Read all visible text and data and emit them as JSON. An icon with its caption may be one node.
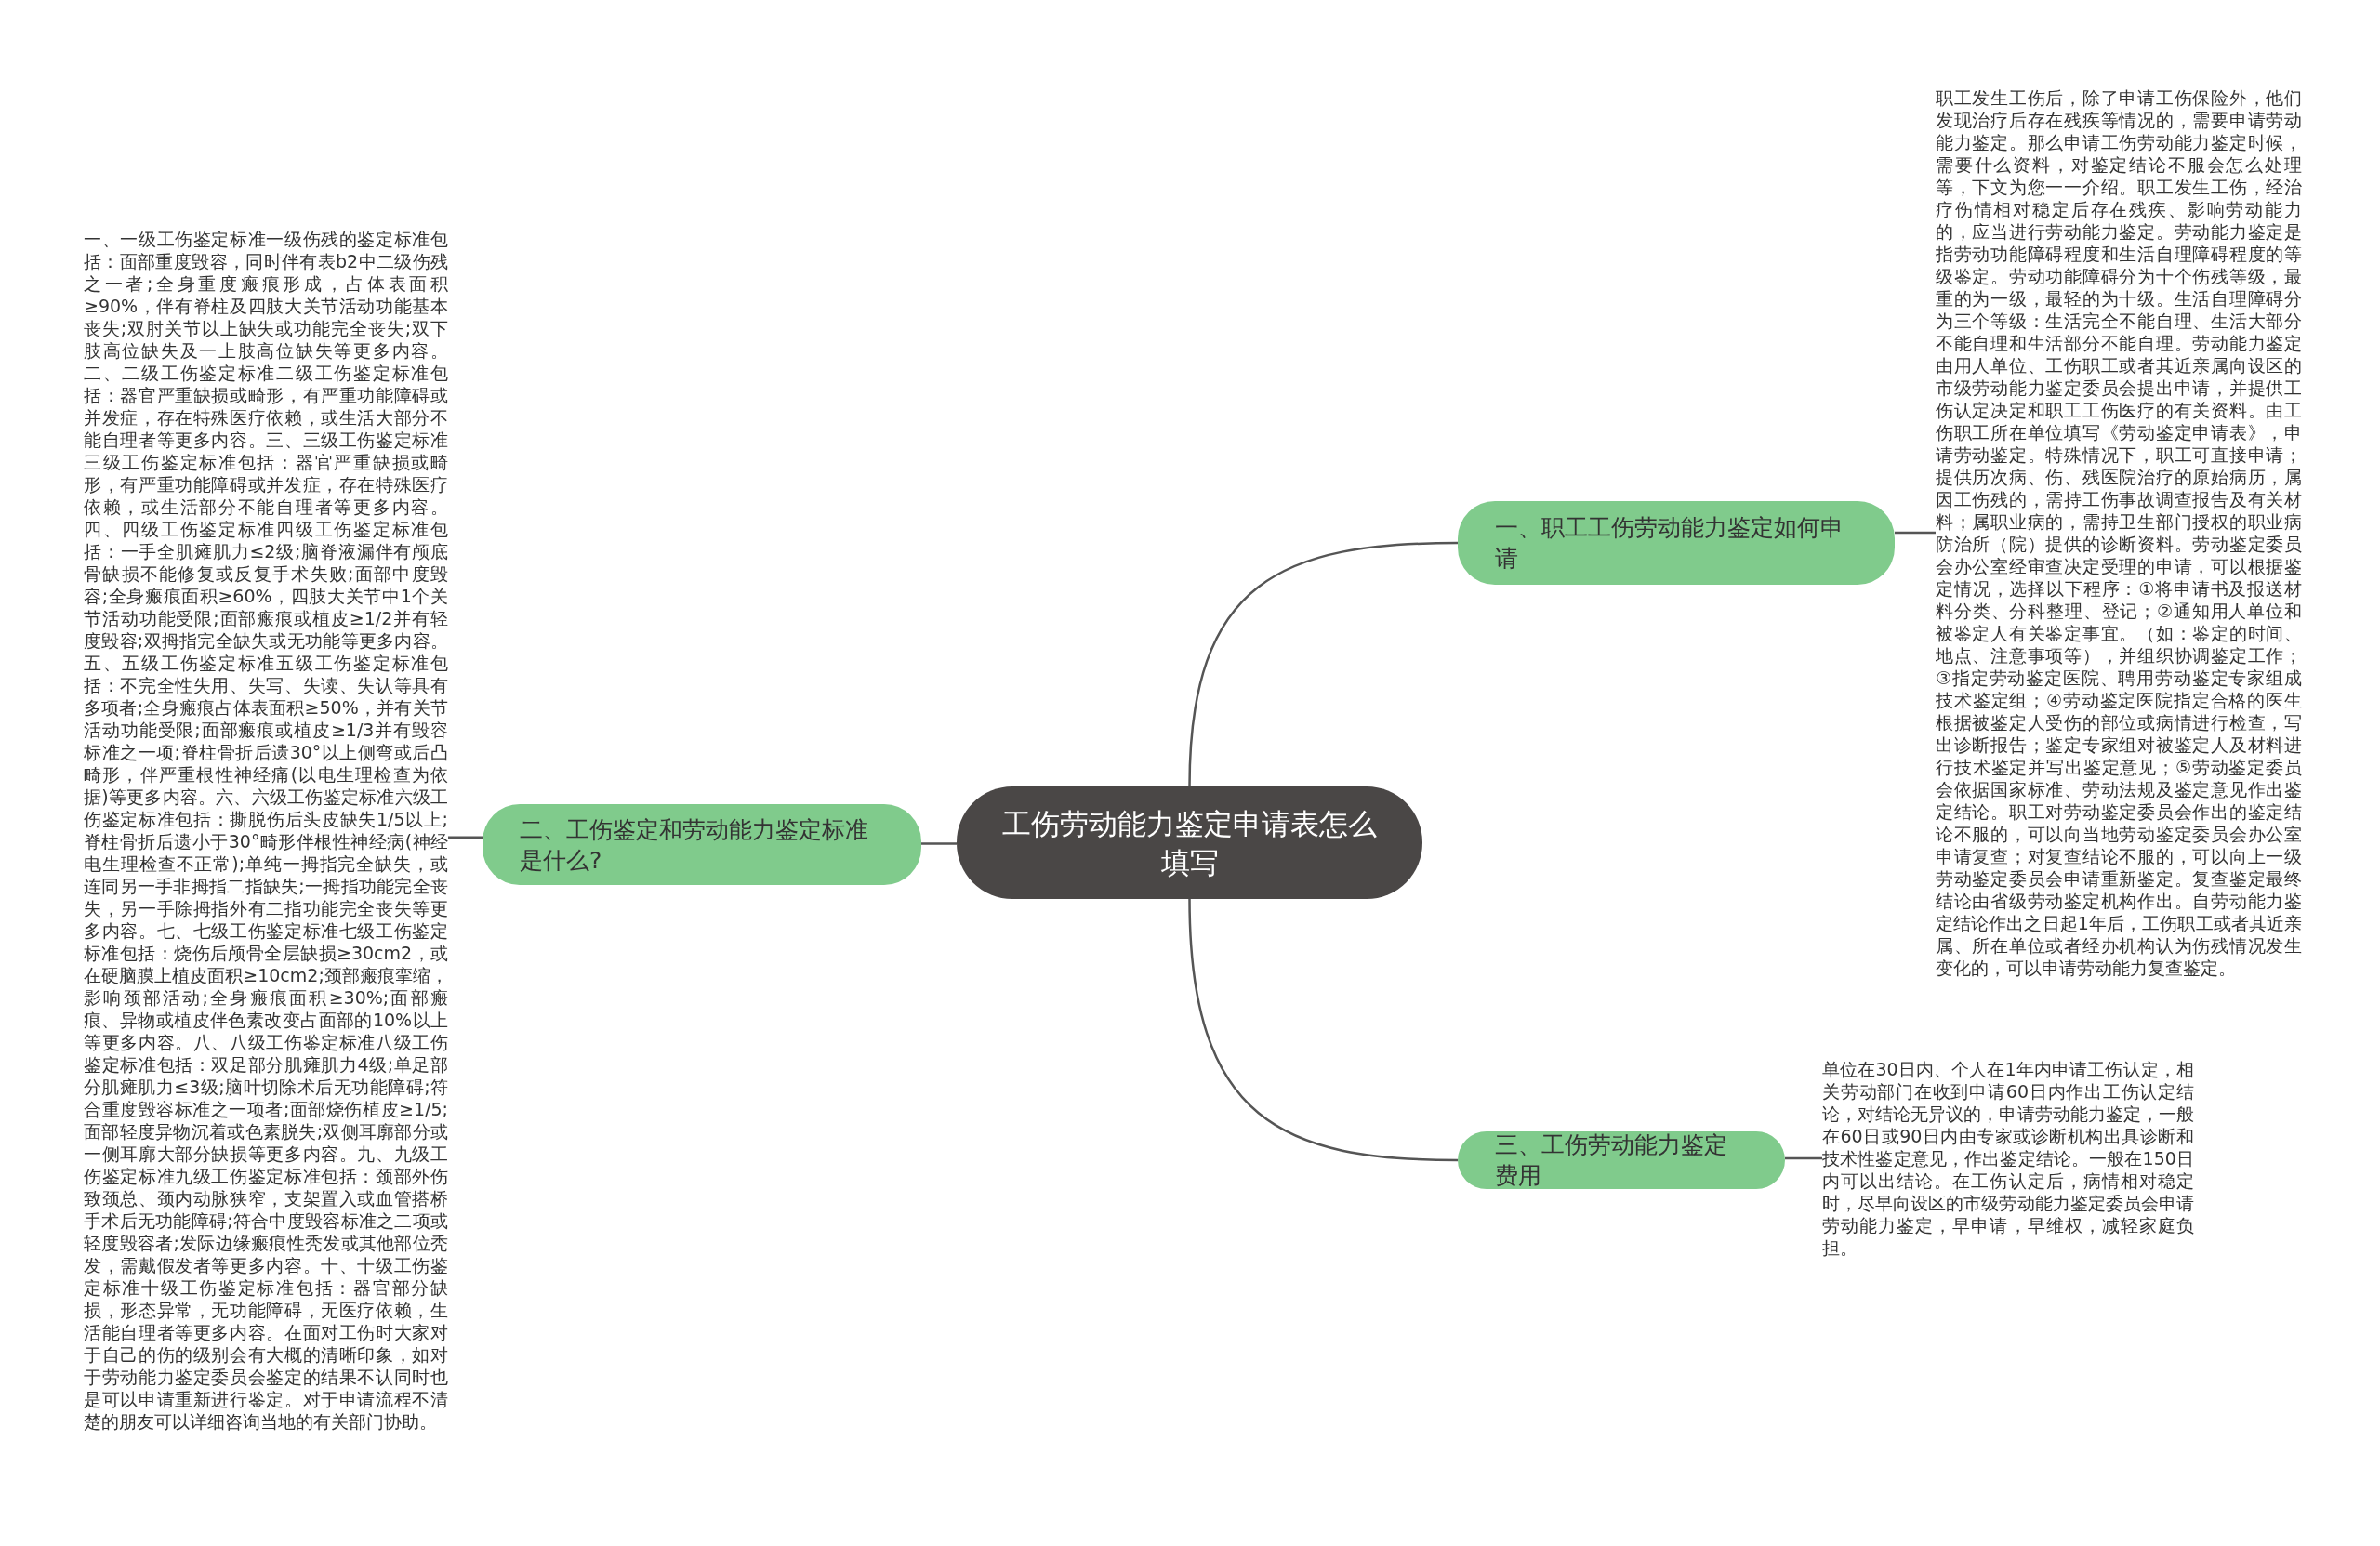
{
  "diagram": {
    "nodes": [
      {
        "text": [
          "工伤劳动能力鉴定申请表怎么填写"
        ]
      },
      {
        "text": [
          "一、职工工伤劳动能力鉴定如何申请"
        ]
      },
      {
        "text": [
          "职工发生工伤后，除了申请工伤保险外，他们发现治疗后存在残疾等情况的，需要申请劳动能力鉴定。那么申请工伤劳动能力鉴定时候，需要什么资料，对鉴定结论不服会怎么处理等，下文为您一一介绍。职工发生工伤，经治疗伤情相对稳定后存在残疾、影响劳动能力的，应当进行劳动能力鉴定。劳动能力鉴定是指劳动功能障碍程度和生活自理障碍程度的等级鉴定。劳动功能障碍分为十个伤残等级，最重的为一级，最轻的为十级。生活自理障碍分为三个等级：生活完全不能自理、生活大部分不能自理和生活部分不能自理。劳动能力鉴定由用人单位、工伤职工或者其近亲属向设区的市级劳动能力鉴定委员会提出申请，并提供工伤认定决定和职工工伤医疗的有关资料。由工伤职工所在单位填写《劳动鉴定申请表》，申请劳动鉴定。特殊情况下，职工可直接申请；提供历次病、伤、残医院治疗的原始病历，属因工伤残的，需持工伤事故调查报告及有关材料；属职业病的，需持卫生部门授权的职业病防治所（院）提供的诊断资料。劳动鉴定委员会办公室经审查决定受理的申请，可以根据鉴定情况，选择以下程序：①将申请书及报送材料分类、分科整理、登记；②通知用人单位和被鉴定人有关鉴定事宜。（如：鉴定的时间、地点、注意事项等），并组织协调鉴定工作；③指定劳动鉴定医院、聘用劳动鉴定专家组成技术鉴定组；④劳动鉴定医院指定合格的医生根据被鉴定人受伤的部位或病情进行检查，写出诊断报告；鉴定专家组对被鉴定人及材料进行技术鉴定并写出鉴定意见；⑤劳动鉴定委员会依据国家标准、劳动法规及鉴定意见作出鉴定结论。职工对劳动鉴定委员会作出的鉴定结论不服的，可以向当地劳动鉴定委员会办公室申请复查；对复查结论不服的，可以向上一级劳动鉴定委员会申请重新鉴定。复查鉴定最终结论由省级劳动鉴定机构作出。自劳动能力鉴定结论作出之日起1年后，工伤职工或者其近亲属、所在单位或者经办机构认为伤残情况发生变化的，可以申请劳动能力复查鉴定。"
        ]
      },
      {
        "text": [
          "二、工伤鉴定和劳动能力鉴定标准是什么?"
        ]
      },
      {
        "text": [
          "一、一级工伤鉴定标准一级伤残的鉴定标准包括：面部重度毁容，同时伴有表b2中二级伤残之一者;全身重度瘢痕形成，占体表面积≥90%，伴有脊柱及四肢大关节活动功能基本丧失;双肘关节以上缺失或功能完全丧失;双下肢高位缺失及一上肢高位缺失等更多内容。二、二级工伤鉴定标准二级工伤鉴定标准包括：器官严重缺损或畸形，有严重功能障碍或并发症，存在特殊医疗依赖，或生活大部分不能自理者等更多内容。三、三级工伤鉴定标准三级工伤鉴定标准包括：器官严重缺损或畸形，有严重功能障碍或并发症，存在特殊医疗依赖，或生活部分不能自理者等更多内容。四、四级工伤鉴定标准四级工伤鉴定标准包括：一手全肌瘫肌力≤2级;脑脊液漏伴有颅底骨缺损不能修复或反复手术失败;面部中度毁容;全身瘢痕面积≥60%，四肢大关节中1个关节活动功能受限;面部瘢痕或植皮≥1/2并有轻度毁容;双拇指完全缺失或无功能等更多内容。五、五级工伤鉴定标准五级工伤鉴定标准包括：不完全性失用、失写、失读、失认等具有多项者;全身瘢痕占体表面积≥50%，并有关节活动功能受限;面部瘢痕或植皮≥1/3并有毁容标准之一项;脊柱骨折后遗30°以上侧弯或后凸畸形，伴严重根性神经痛(以电生理检查为依据)等更多内容。六、六级工伤鉴定标准六级工伤鉴定标准包括：撕脱伤后头皮缺失1/5以上;脊柱骨折后遗小于30°畸形伴根性神经病(神经电生理检查不正常);单纯一拇指完全缺失，或连同另一手非拇指二指缺失;一拇指功能完全丧失，另一手除拇指外有二指功能完全丧失等更多内容。七、七级工伤鉴定标准七级工伤鉴定标准包括：烧伤后颅骨全层缺损≥30cm2，或在硬脑膜上植皮面积≥10cm2;颈部瘢痕挛缩，影响颈部活动;全身瘢痕面积≥30%;面部瘢痕、异物或植皮伴色素改变占面部的10%以上等更多内容。八、八级工伤鉴定标准八级工伤鉴定标准包括：双足部分肌瘫肌力4级;单足部分肌瘫肌力≤3级;脑叶切除术后无功能障碍;符合重度毁容标准之一项者;面部烧伤植皮≥1/5;面部轻度异物沉着或色素脱失;双侧耳廓部分或一侧耳廓大部分缺损等更多内容。九、九级工伤鉴定标准九级工伤鉴定标准包括：颈部外伤致颈总、颈内动脉狭窄，支架置入或血管搭桥手术后无功能障碍;符合中度毁容标准之二项或轻度毁容者;发际边缘瘢痕性秃发或其他部位秃发，需戴假发者等更多内容。十、十级工伤鉴定标准十级工伤鉴定标准包括：器官部分缺损，形态异常，无功能障碍，无医疗依赖，生活能自理者等更多内容。在面对工伤时大家对于自己的伤的级别会有大概的清晰印象，如对于劳动能力鉴定委员会鉴定的结果不认同时也是可以申请重新进行鉴定。对于申请流程不清楚的朋友可以详细咨询当地的有关部门协助。"
        ]
      },
      {
        "text": [
          "三、工伤劳动能力鉴定费用"
        ]
      },
      {
        "text": [
          "单位在30日内、个人在1年内申请工伤认定，相关劳动部门在收到申请60日内作出工伤认定结论，对结论无异议的，申请劳动能力鉴定，一般在60日或90日内由专家或诊断机构出具诊断和技术性鉴定意见，作出鉴定结论。一般在150日内可以出结论。在工伤认定后，病情相对稳定时，尽早向设区的市级劳动能力鉴定委员会申请劳动能力鉴定，早申请，早维权，减轻家庭负担。"
        ]
      }
    ],
    "edges": [
      {
        "from": 0,
        "to": 1,
        "arrow": "none"
      },
      {
        "from": 1,
        "to": 2,
        "arrow": "none"
      },
      {
        "from": 0,
        "to": 3,
        "arrow": "none"
      },
      {
        "from": 3,
        "to": 4,
        "arrow": "none"
      },
      {
        "from": 0,
        "to": 5,
        "arrow": "none"
      },
      {
        "from": 5,
        "to": 6,
        "arrow": "none"
      }
    ]
  }
}
